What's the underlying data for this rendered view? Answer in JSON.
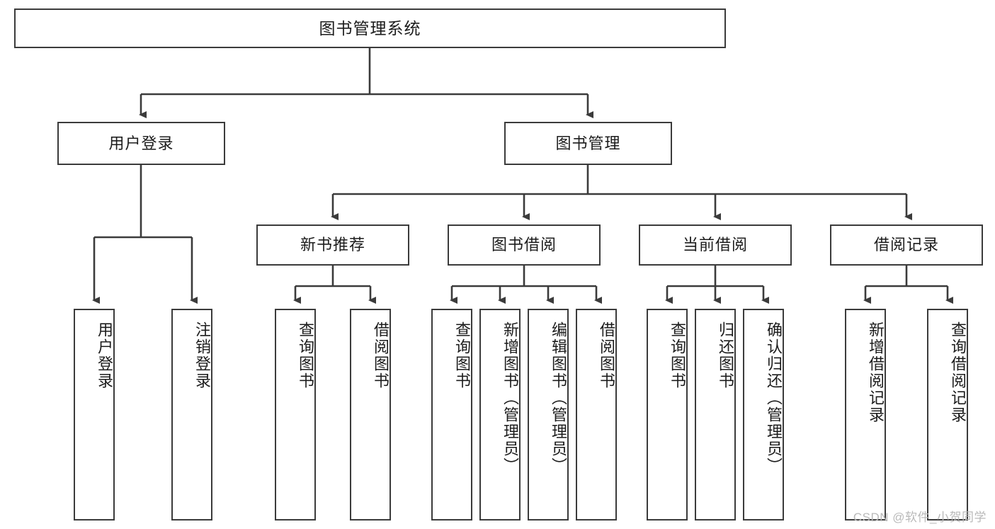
{
  "diagram": {
    "type": "tree",
    "title": "图书管理系统",
    "watermark": "CSDN @软件_小贺同学",
    "colors": {
      "box_border": "#3b3b3b",
      "box_fill": "#ffffff",
      "connector": "#3b3b3b",
      "text": "#1c1c1c",
      "watermark": "#b9b9b9"
    },
    "root": {
      "label": "图书管理系统"
    },
    "level2": [
      {
        "label": "用户登录"
      },
      {
        "label": "图书管理"
      }
    ],
    "level3": [
      {
        "label": "新书推荐"
      },
      {
        "label": "图书借阅"
      },
      {
        "label": "当前借阅"
      },
      {
        "label": "借阅记录"
      }
    ],
    "leaves": {
      "user_login": [
        {
          "label": "用户登录"
        },
        {
          "label": "注销登录"
        }
      ],
      "new_book": [
        {
          "label": "查询图书"
        },
        {
          "label": "借阅图书"
        }
      ],
      "book_borrow": [
        {
          "label": "查询图书"
        },
        {
          "label": "新增图书（管理员）"
        },
        {
          "label": "编辑图书（管理员）"
        },
        {
          "label": "借阅图书"
        }
      ],
      "current_borrow": [
        {
          "label": "查询图书"
        },
        {
          "label": "归还图书"
        },
        {
          "label": "确认归还（管理员）"
        }
      ],
      "borrow_record": [
        {
          "label": "新增借阅记录"
        },
        {
          "label": "查询借阅记录"
        }
      ]
    }
  }
}
